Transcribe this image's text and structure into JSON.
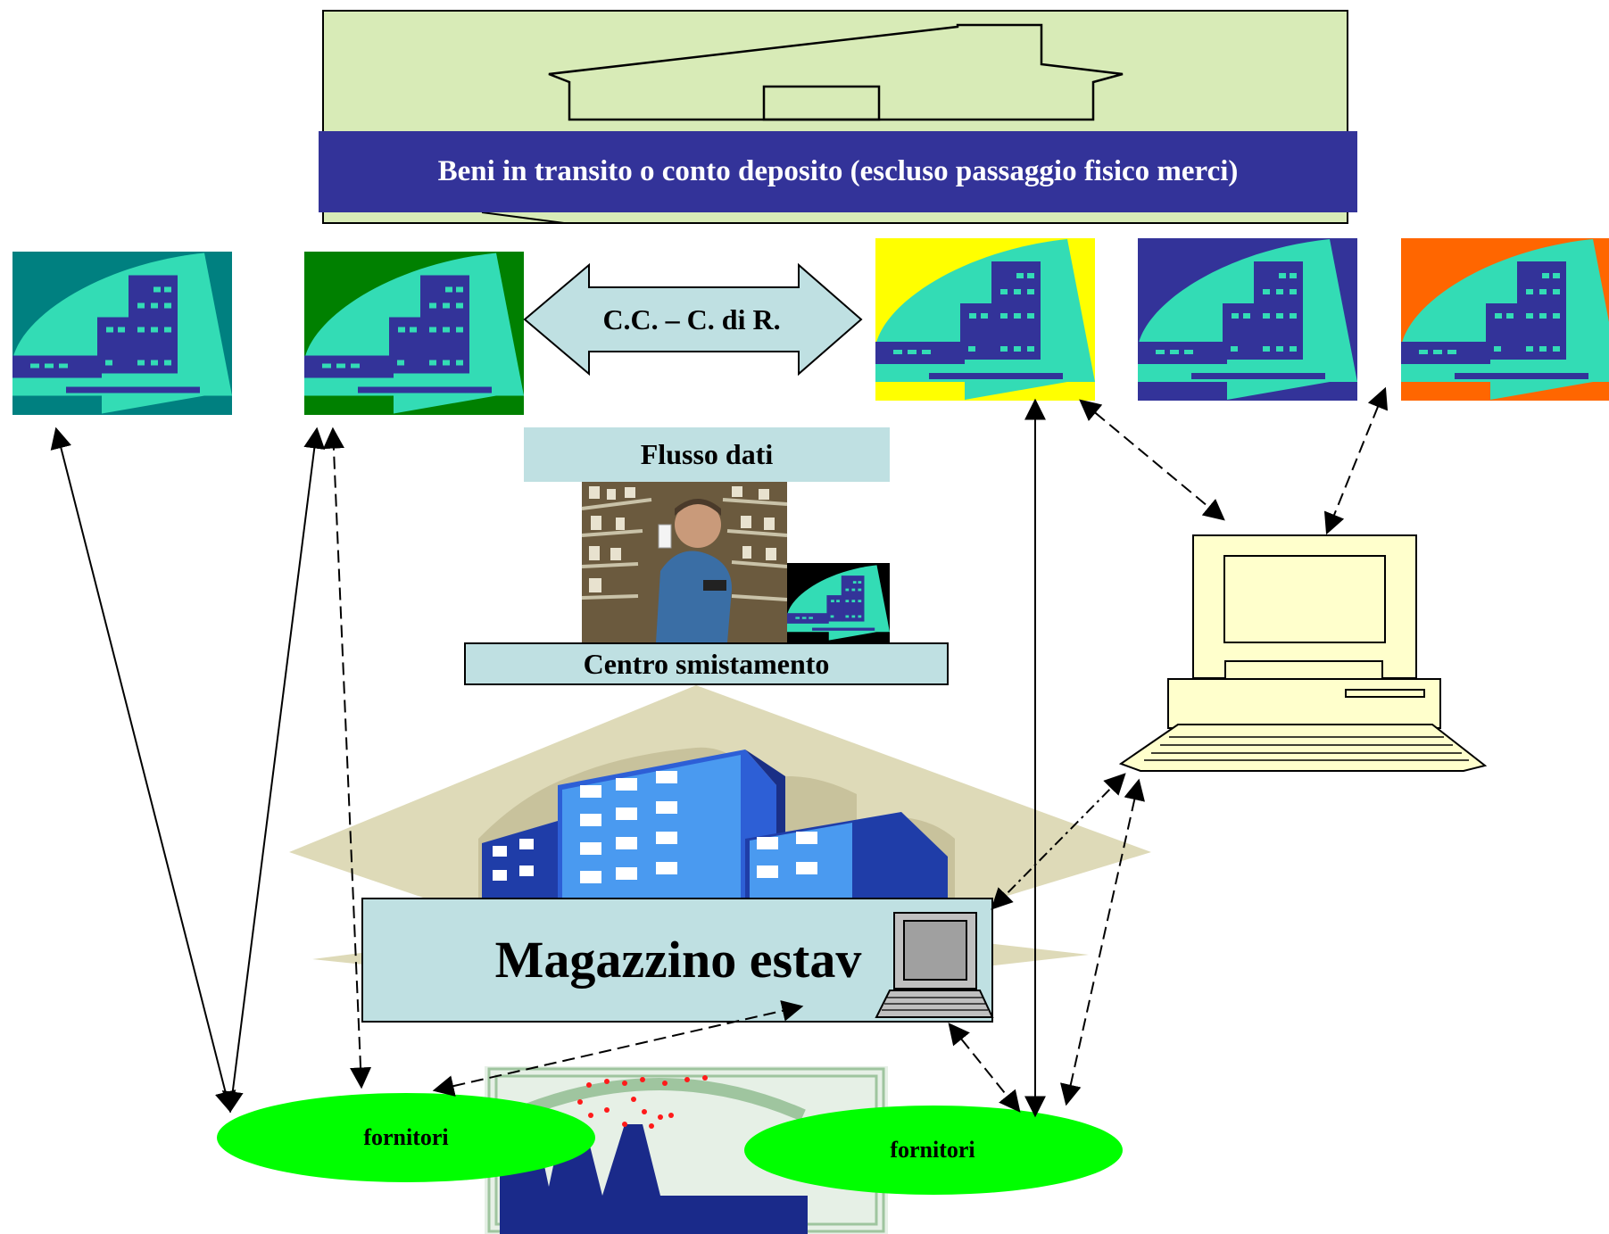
{
  "banner": {
    "text": "Beni in transito o conto deposito (escluso passaggio fisico merci)"
  },
  "exchange": {
    "label": "C.C. – C. di R."
  },
  "data_flow": {
    "label": "Flusso dati"
  },
  "sorting_center": {
    "label": "Centro smistamento"
  },
  "warehouse": {
    "label": "Magazzino estav"
  },
  "suppliers": [
    {
      "label": "fornitori"
    },
    {
      "label": "fornitori"
    }
  ],
  "colors": {
    "hospital_1": "#008080",
    "hospital_2": "#008000",
    "hospital_3": "#ffff00",
    "hospital_4": "#333399",
    "hospital_5": "#ff6600",
    "building_mint": "#33dcb5",
    "building_navy": "#333399",
    "banner": "#333399",
    "warehouse_box": "#bfe0e2",
    "supplier_ellipse": "#00ff00",
    "computer": "#ffffcc"
  },
  "icons": {
    "hospital": "hospital-building-icon",
    "depot": "depot-house-icon",
    "computer": "desktop-computer-icon",
    "laptop": "laptop-icon",
    "pharmacist": "pharmacist-photo-icon",
    "factory": "factory-icon",
    "office_towers": "office-towers-icon"
  }
}
